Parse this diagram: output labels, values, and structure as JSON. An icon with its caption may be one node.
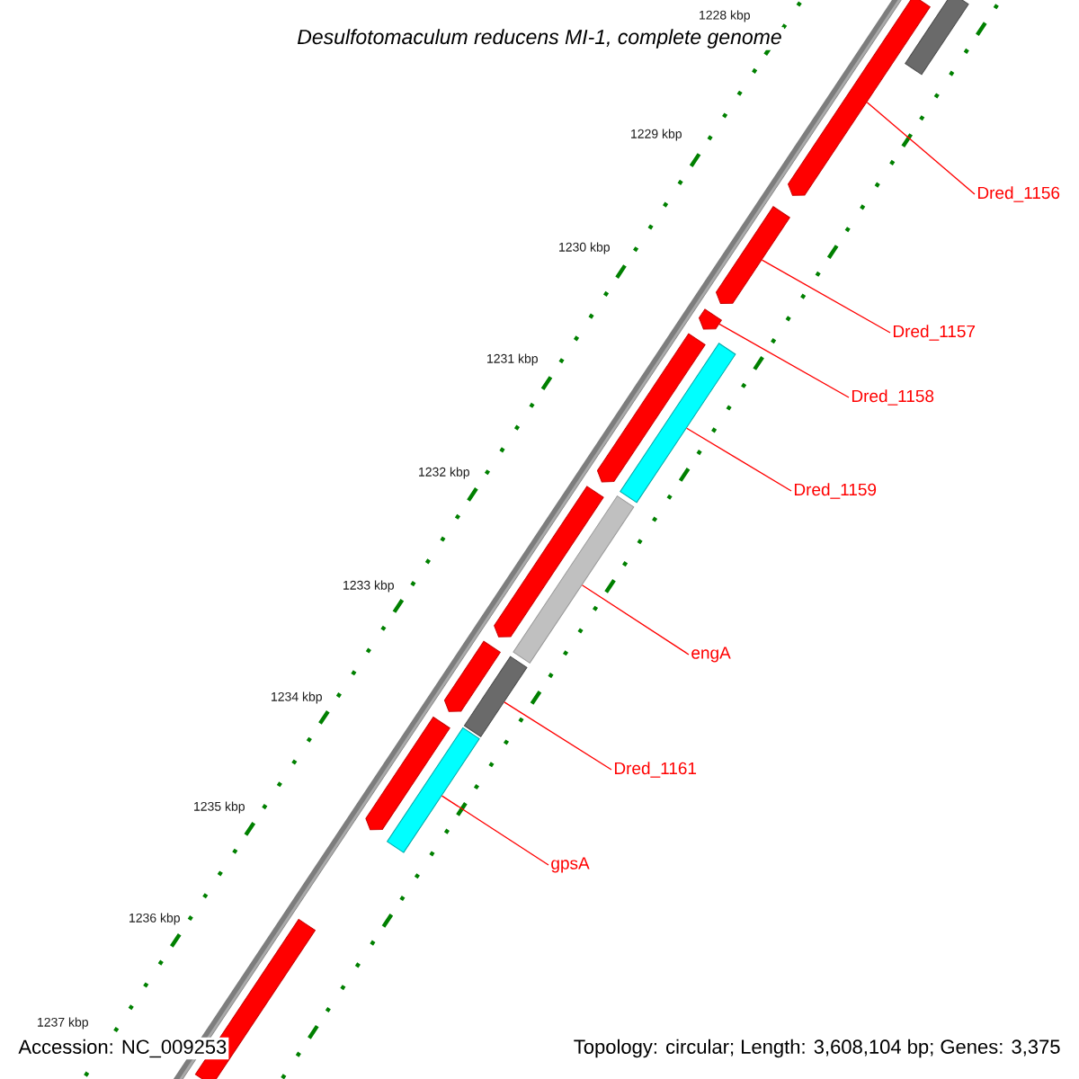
{
  "diagram": {
    "title": "Desulfotomaculum reducens MI-1, complete genome",
    "nodes": [
      {
        "text": [
          "Dred_1156"
        ]
      },
      {
        "text": [
          "Dred_1157"
        ]
      },
      {
        "text": [
          "Dred_1158"
        ]
      },
      {
        "text": [
          "Dred_1159"
        ]
      },
      {
        "text": [
          "engA"
        ]
      },
      {
        "text": [
          "Dred_1161"
        ]
      },
      {
        "text": [
          "gpsA"
        ]
      },
      {
        "text": [],
        "shape": "bar"
      },
      {
        "text": [],
        "shape": "pentagon"
      },
      {
        "text": [],
        "shape": "pentagon"
      },
      {
        "text": [],
        "shape": "pentagon"
      },
      {
        "text": [],
        "shape": "bar"
      },
      {
        "text": [],
        "shape": "pentagon"
      },
      {
        "text": [],
        "shape": "bar"
      },
      {
        "text": [],
        "shape": "pentagon"
      },
      {
        "text": [],
        "shape": "pentagon"
      },
      {
        "text": [],
        "shape": "bar"
      },
      {
        "text": [],
        "shape": "bar"
      },
      {
        "text": [],
        "shape": "pentagon"
      },
      {
        "text": [],
        "shape": "bar"
      }
    ],
    "edges": [
      {
        "from": 0,
        "to": 8,
        "arrow": "none"
      },
      {
        "from": 1,
        "to": 9,
        "arrow": "none"
      },
      {
        "from": 2,
        "to": 10,
        "arrow": "none"
      },
      {
        "from": 3,
        "to": 11,
        "arrow": "none"
      },
      {
        "from": 4,
        "to": 13,
        "arrow": "none"
      },
      {
        "from": 5,
        "to": 16,
        "arrow": "none"
      },
      {
        "from": 6,
        "to": 17,
        "arrow": "none"
      }
    ],
    "labels": [
      "1228 kbp",
      "1229 kbp",
      "1230 kbp",
      "1231 kbp",
      "1232 kbp",
      "1233 kbp",
      "1234 kbp",
      "1235 kbp",
      "1236 kbp",
      "1237 kbp",
      "Accession: NC_009253",
      "Topology: circular; Length: 3,608,104 bp; Genes: 3,375"
    ]
  }
}
